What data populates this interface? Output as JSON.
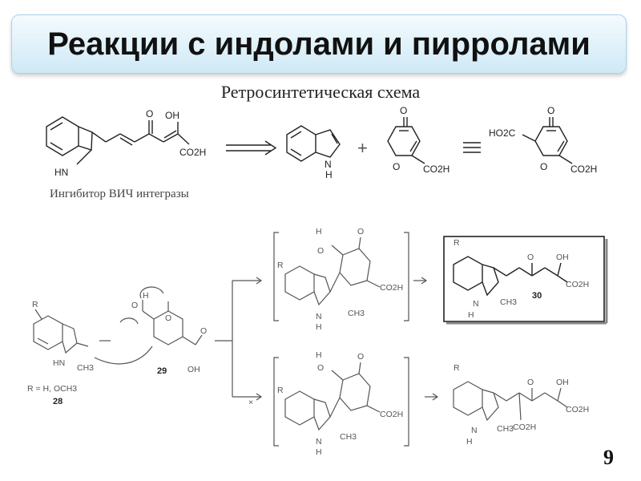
{
  "slide": {
    "title": "Реакции с индолами и пирролами",
    "subtitle": "Ретросинтетическая схема",
    "caption": "Ингибитор ВИЧ интегразы",
    "page_number": "9"
  },
  "scheme": {
    "plus": "+",
    "top_labels": {
      "hn": "HN",
      "nh_h": "H",
      "nh_n": "N",
      "o": "O",
      "oh": "OH",
      "co2h": "CO2H",
      "ho2c": "HO2C"
    },
    "bottom_labels": {
      "r": "R",
      "hn": "HN",
      "nh": "N",
      "h": "H",
      "ch3": "CH3",
      "r_def": "R = H, OCH3",
      "c29": "29",
      "c28": "28",
      "c30": "30",
      "o": "O",
      "oh": "OH",
      "co2h": "CO2H",
      "x": "×"
    }
  }
}
